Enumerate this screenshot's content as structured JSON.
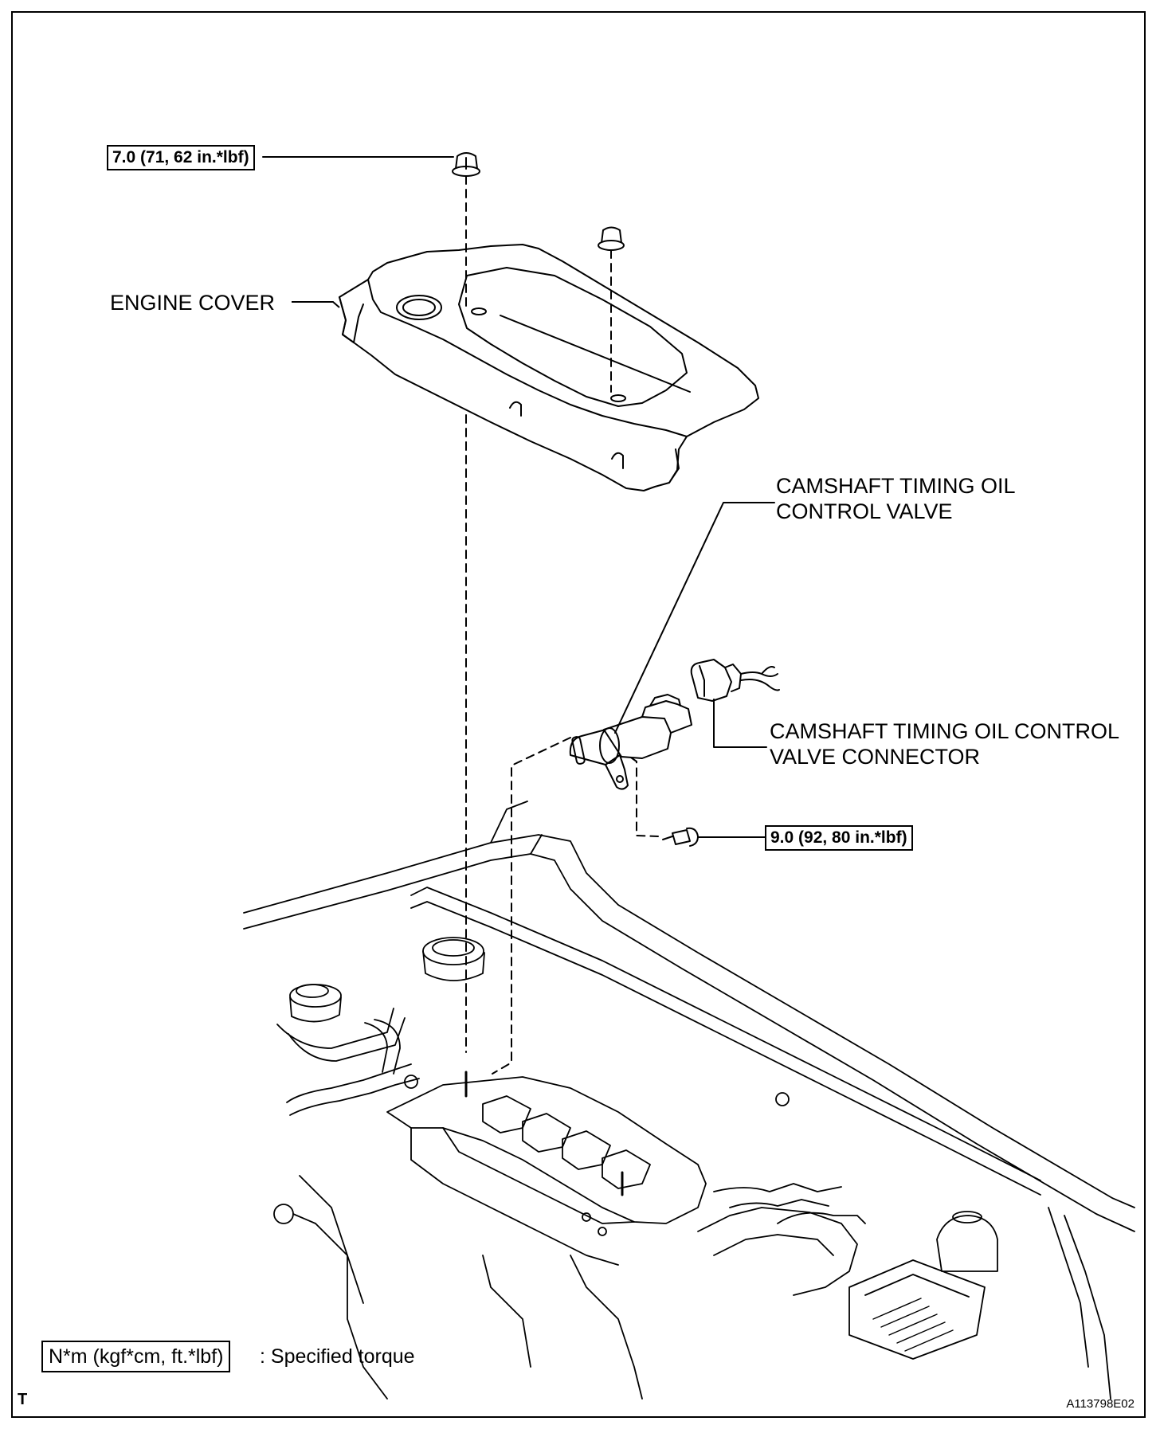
{
  "labels": {
    "engine_cover": "ENGINE COVER",
    "ocv_line1": "CAMSHAFT TIMING OIL",
    "ocv_line2": "CONTROL VALVE",
    "conn_line1": "CAMSHAFT TIMING OIL CONTROL",
    "conn_line2": "VALVE CONNECTOR"
  },
  "torque": {
    "cover_nut": "7.0 (71, 62 in.*lbf)",
    "ocv_bolt": "9.0 (92, 80 in.*lbf)"
  },
  "legend": {
    "unit_box": "N*m (kgf*cm, ft.*lbf)",
    "text": ": Specified torque"
  },
  "figure_id": "A113798E02",
  "corner_mark": "T"
}
